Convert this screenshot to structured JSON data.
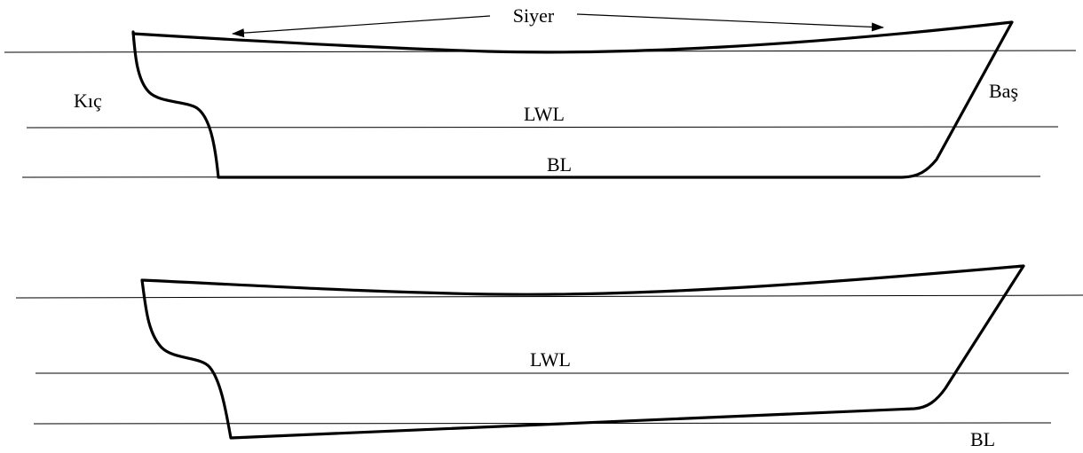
{
  "colors": {
    "background": "#ffffff",
    "line": "#000000"
  },
  "top_diagram": {
    "labels": {
      "sheer": "Siyer",
      "stern": "Kıç",
      "bow": "Baş",
      "waterline": "LWL",
      "baseline": "BL"
    }
  },
  "bottom_diagram": {
    "labels": {
      "waterline": "LWL",
      "baseline": "BL"
    }
  }
}
